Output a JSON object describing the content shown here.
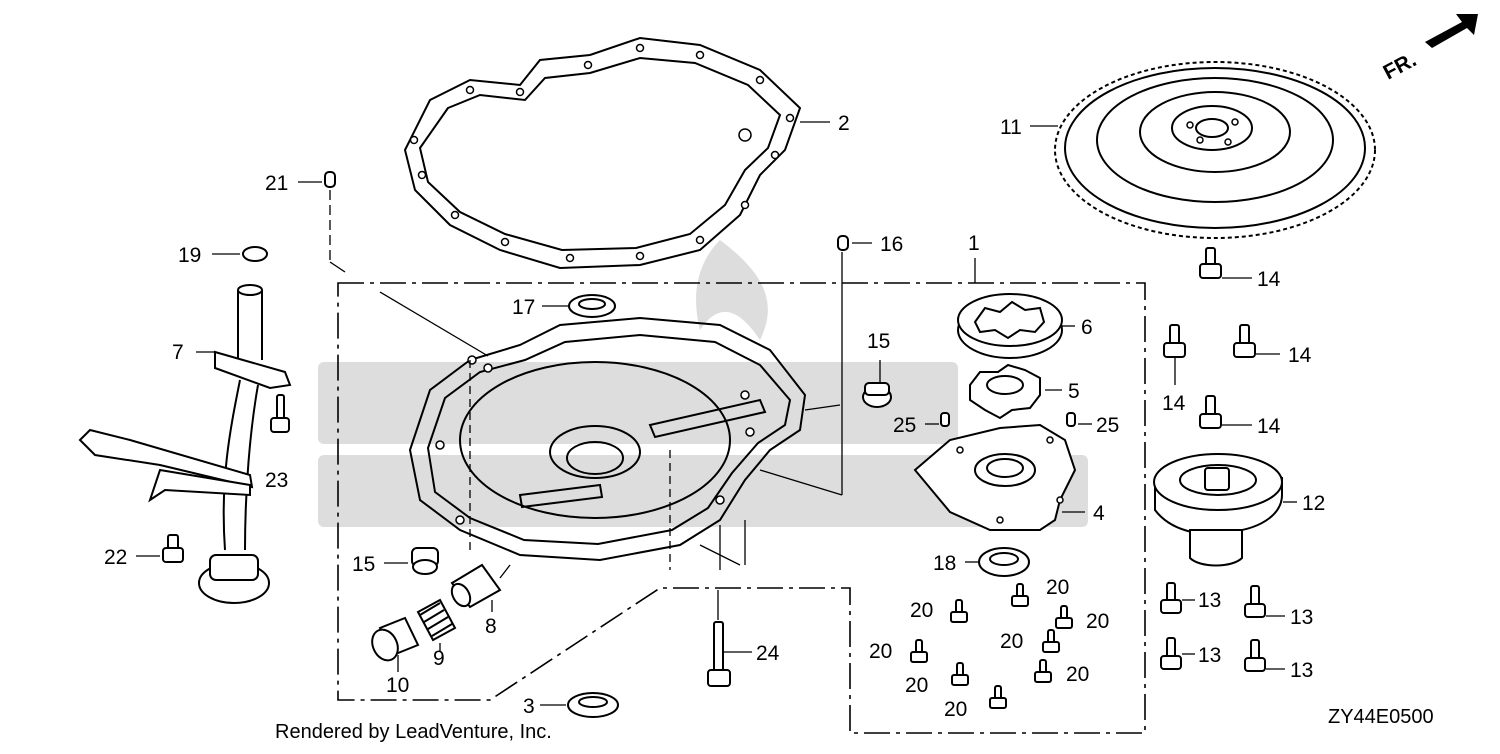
{
  "diagram": {
    "credit": "Rendered by LeadVenture, Inc.",
    "code": "ZY44E0500",
    "direction_label": "FR.",
    "labels": {
      "p1": "1",
      "p2": "2",
      "p3": "3",
      "p4": "4",
      "p5": "5",
      "p6": "6",
      "p7": "7",
      "p8": "8",
      "p9": "9",
      "p10": "10",
      "p11": "11",
      "p12": "12",
      "p13a": "13",
      "p13b": "13",
      "p13c": "13",
      "p13d": "13",
      "p14a": "14",
      "p14b": "14",
      "p14c": "14",
      "p14d": "14",
      "p15a": "15",
      "p15b": "15",
      "p16": "16",
      "p17": "17",
      "p18": "18",
      "p19": "19",
      "p20a": "20",
      "p20b": "20",
      "p20c": "20",
      "p20d": "20",
      "p20e": "20",
      "p20f": "20",
      "p20g": "20",
      "p20h": "20",
      "p21": "21",
      "p22": "22",
      "p23": "23",
      "p24": "24",
      "p25a": "25",
      "p25b": "25"
    }
  }
}
